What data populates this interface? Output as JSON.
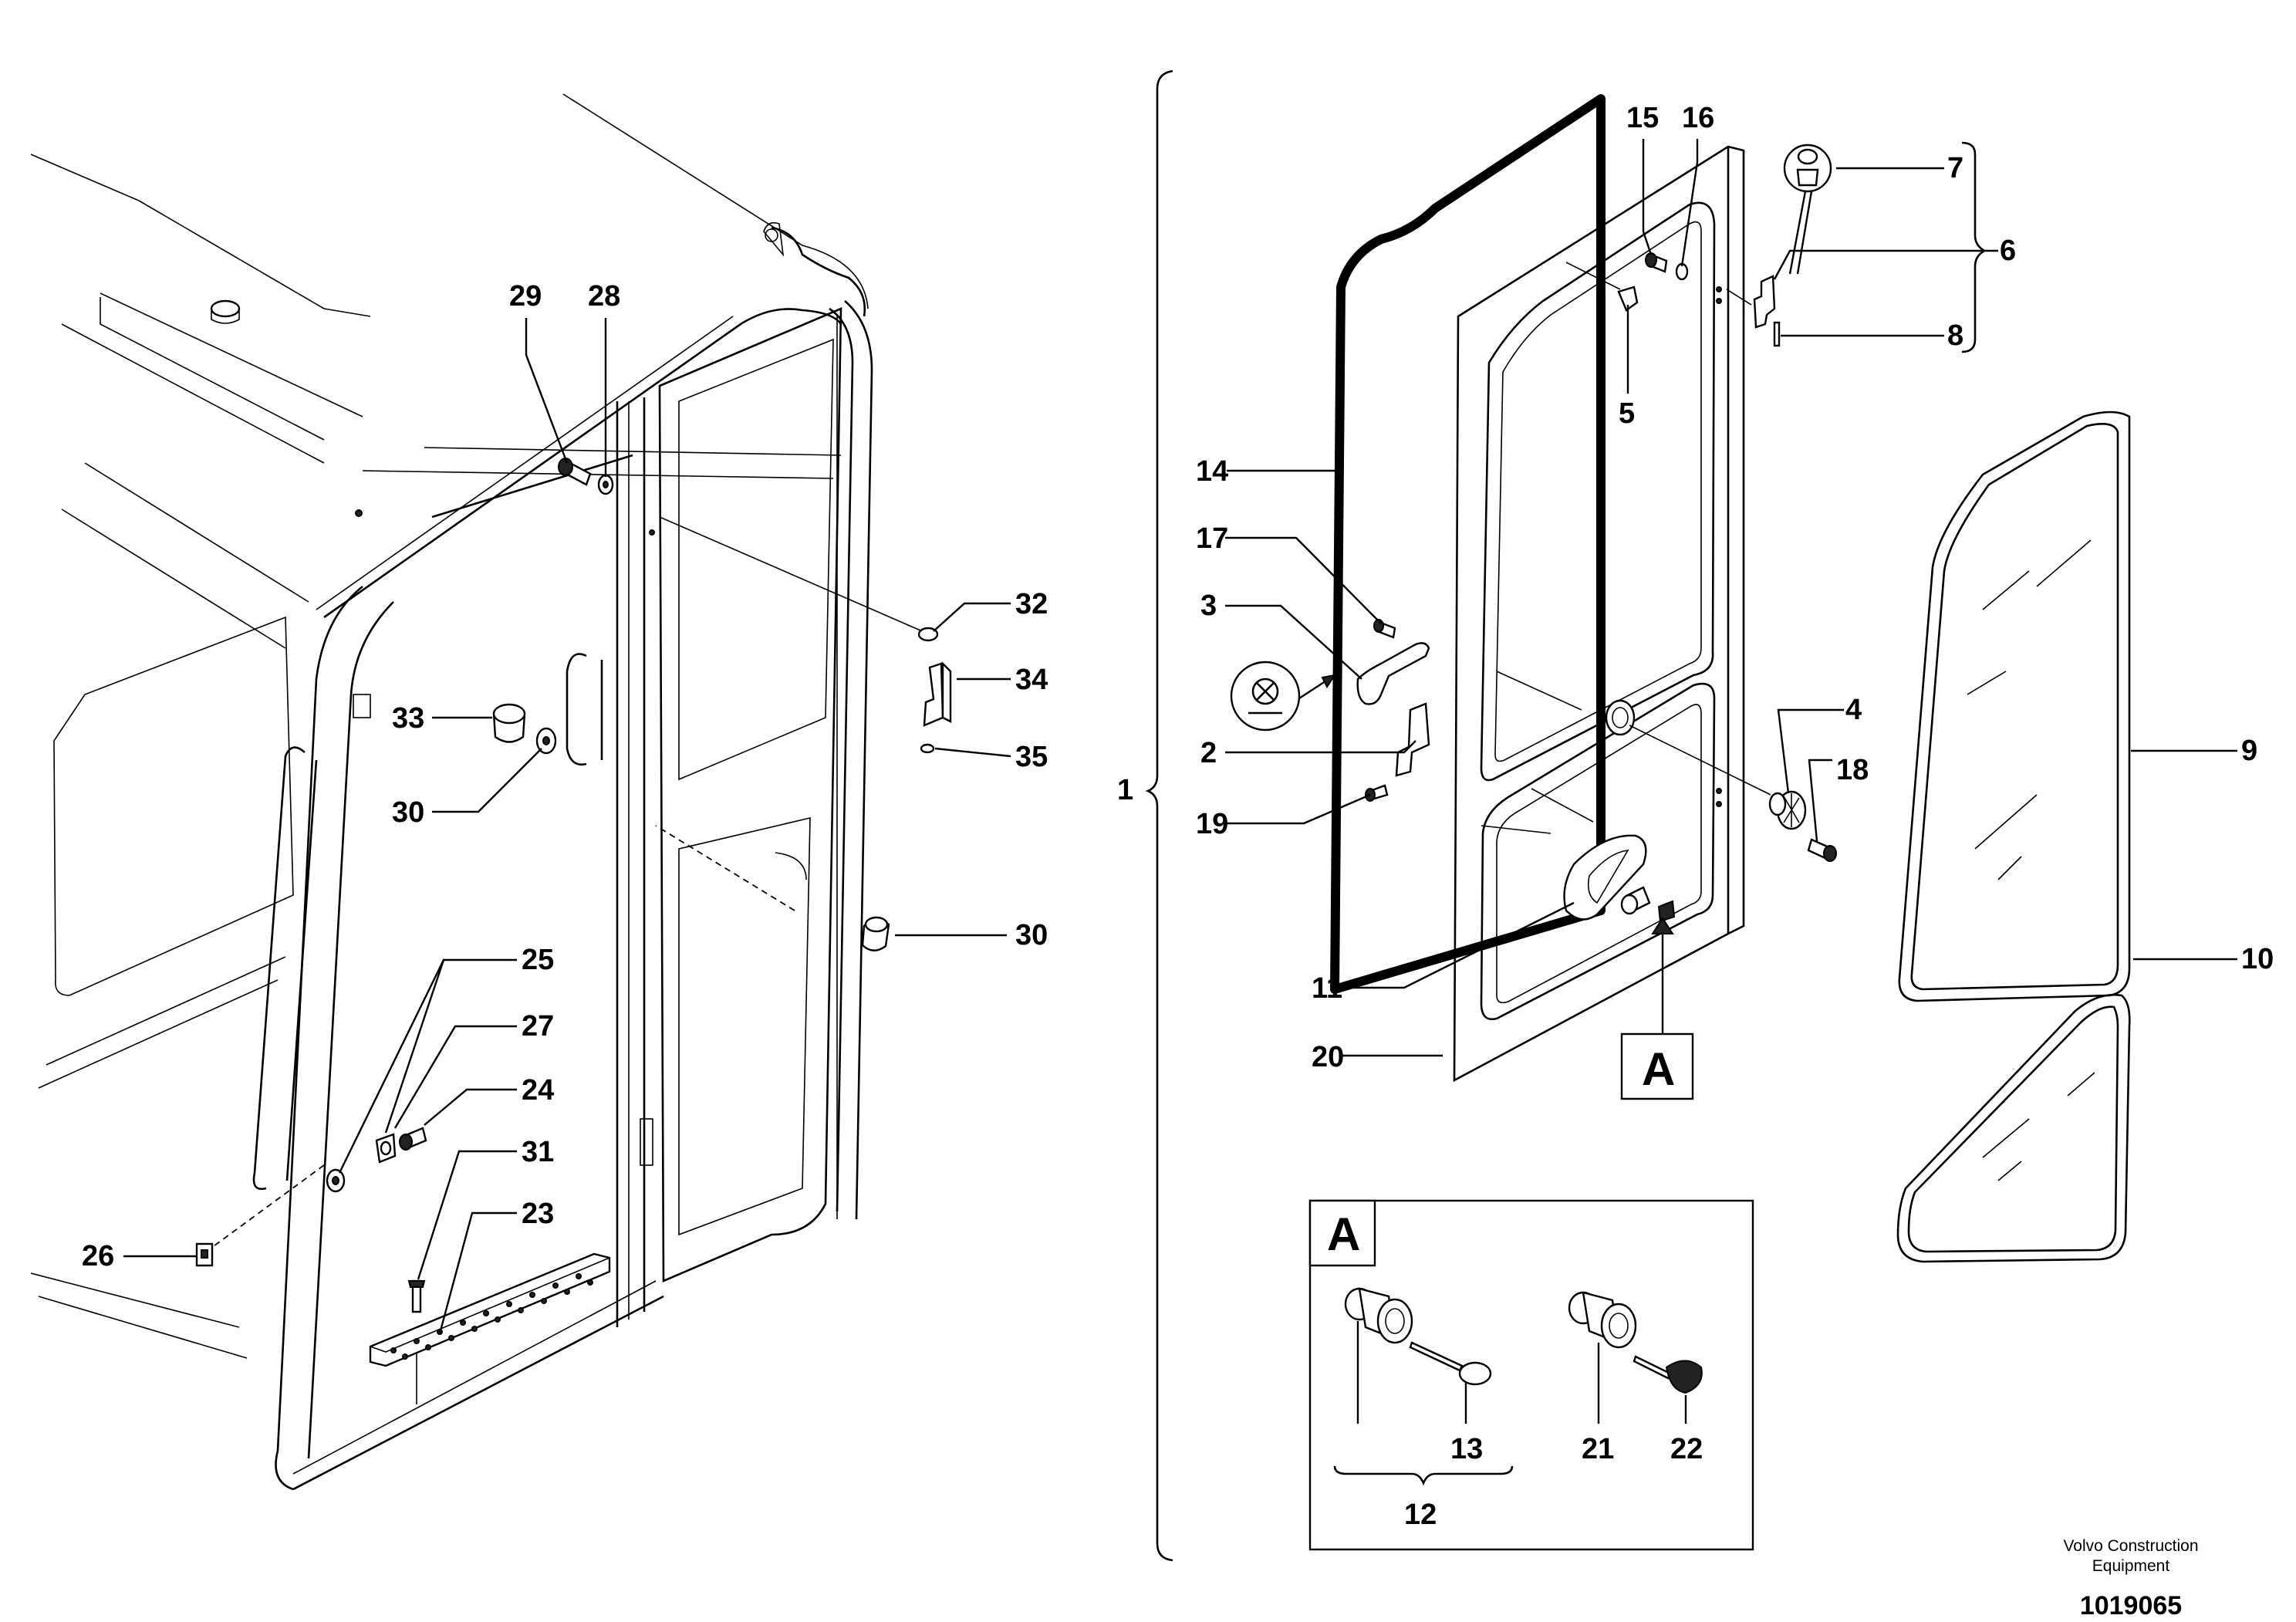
{
  "callouts": {
    "c1": "1",
    "c2": "2",
    "c3": "3",
    "c4": "4",
    "c5": "5",
    "c6": "6",
    "c7": "7",
    "c8": "8",
    "c9": "9",
    "c10": "10",
    "c11": "11",
    "c12": "12",
    "c13": "13",
    "c14": "14",
    "c15": "15",
    "c16": "16",
    "c17": "17",
    "c18": "18",
    "c19": "19",
    "c20": "20",
    "c21": "21",
    "c22": "22",
    "c23": "23",
    "c24": "24",
    "c25": "25",
    "c26": "26",
    "c27": "27",
    "c28": "28",
    "c29": "29",
    "c30a": "30",
    "c30b": "30",
    "c31": "31",
    "c32": "32",
    "c33": "33",
    "c34": "34",
    "c35": "35"
  },
  "detail": {
    "marker_label": "A",
    "box_label": "A"
  },
  "footer": {
    "brand_line1": "Volvo Construction",
    "brand_line2": "Equipment",
    "doc_number": "1019065"
  }
}
